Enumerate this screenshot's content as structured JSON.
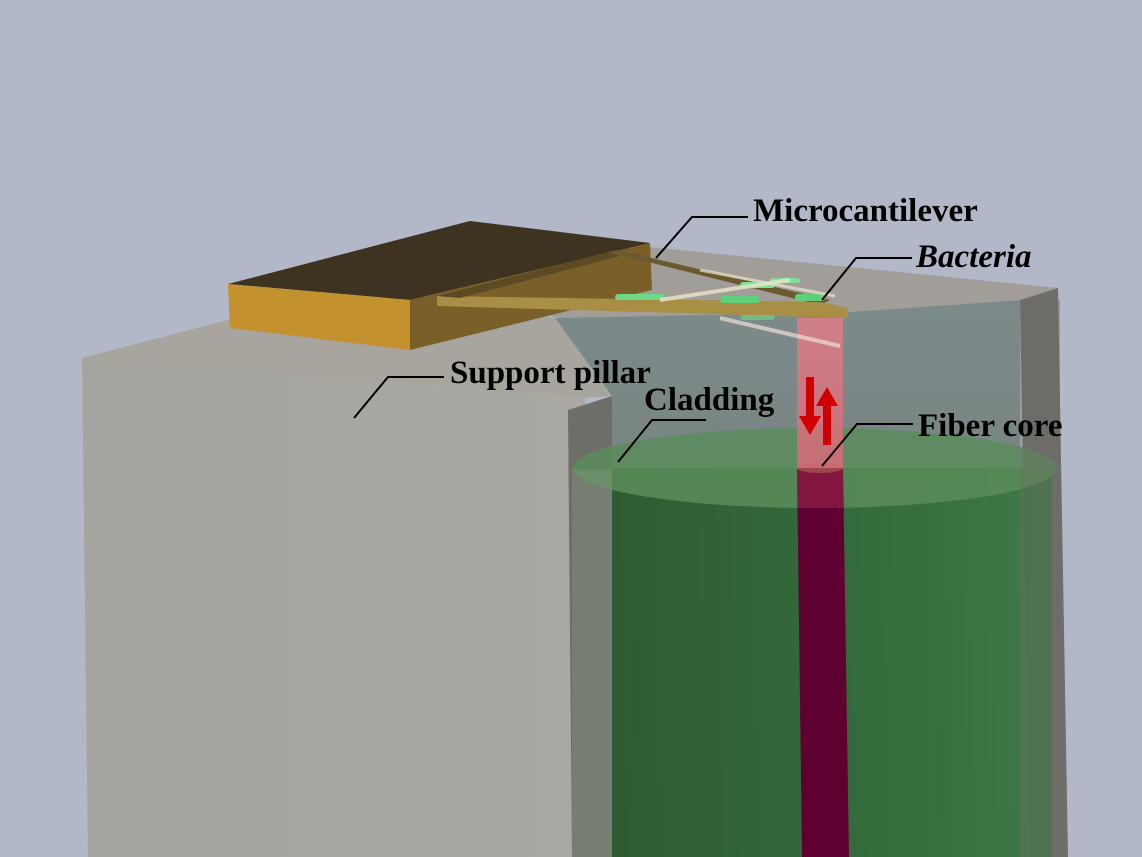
{
  "figure": {
    "title": "Fiber-optic microcantilever bacteria sensor",
    "labels": {
      "microcantilever": "Microcantilever",
      "bacteria": "Bacteria",
      "support_pillar": "Support pillar",
      "cladding": "Cladding",
      "fiber_core": "Fiber core"
    },
    "arrows": {
      "light_direction": "bidirectional"
    },
    "colors": {
      "background": "#b3b8c8",
      "pillar": "#a7a6a1",
      "gold_base_top": "#3e3220",
      "gold_base_side": "#b98a35",
      "cladding_green": "#2f6a38",
      "fiber_core": "#5e0030",
      "light_beam": "#e0707c",
      "arrow_red": "#d00000",
      "bacteria_green": "#6fd88a"
    }
  }
}
